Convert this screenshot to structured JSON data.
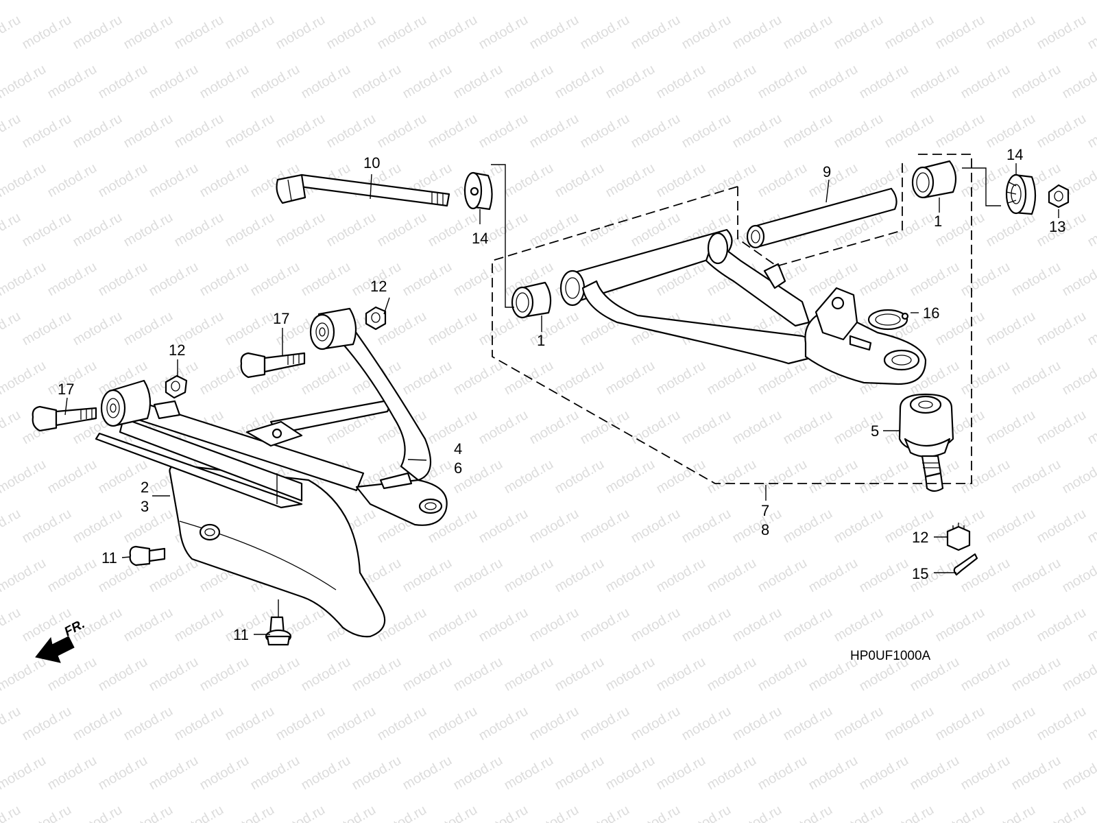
{
  "diagram": {
    "watermark": "motod.ru",
    "drawing_code": "HP0UF1000A",
    "direction_label": "FR.",
    "callouts": [
      {
        "id": "c1a",
        "label": "1"
      },
      {
        "id": "c1b",
        "label": "1"
      },
      {
        "id": "c2",
        "label": "2"
      },
      {
        "id": "c3",
        "label": "3"
      },
      {
        "id": "c4",
        "label": "4"
      },
      {
        "id": "c5",
        "label": "5"
      },
      {
        "id": "c6",
        "label": "6"
      },
      {
        "id": "c7",
        "label": "7"
      },
      {
        "id": "c8",
        "label": "8"
      },
      {
        "id": "c9",
        "label": "9"
      },
      {
        "id": "c10",
        "label": "10"
      },
      {
        "id": "c11a",
        "label": "11"
      },
      {
        "id": "c11b",
        "label": "11"
      },
      {
        "id": "c12a",
        "label": "12"
      },
      {
        "id": "c12b",
        "label": "12"
      },
      {
        "id": "c12c",
        "label": "12"
      },
      {
        "id": "c13",
        "label": "13"
      },
      {
        "id": "c14a",
        "label": "14"
      },
      {
        "id": "c14b",
        "label": "14"
      },
      {
        "id": "c15",
        "label": "15"
      },
      {
        "id": "c16",
        "label": "16"
      },
      {
        "id": "c17a",
        "label": "17"
      },
      {
        "id": "c17b",
        "label": "17"
      }
    ]
  }
}
